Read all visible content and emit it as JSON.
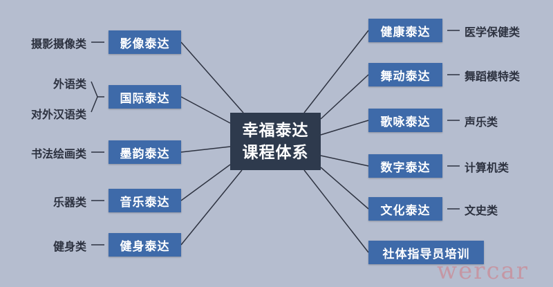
{
  "center": {
    "line1": "幸福泰达",
    "line2": "课程体系"
  },
  "left": [
    {
      "box": "影像泰达",
      "labels": [
        "摄影摄像类"
      ]
    },
    {
      "box": "国际泰达",
      "labels": [
        "外语类",
        "对外汉语类"
      ]
    },
    {
      "box": "墨韵泰达",
      "labels": [
        "书法绘画类"
      ]
    },
    {
      "box": "音乐泰达",
      "labels": [
        "乐器类"
      ]
    },
    {
      "box": "健身泰达",
      "labels": [
        "健身类"
      ]
    }
  ],
  "right": [
    {
      "box": "健康泰达",
      "labels": [
        "医学保健类"
      ]
    },
    {
      "box": "舞动泰达",
      "labels": [
        "舞蹈模特类"
      ]
    },
    {
      "box": "歌咏泰达",
      "labels": [
        "声乐类"
      ]
    },
    {
      "box": "数字泰达",
      "labels": [
        "计算机类"
      ]
    },
    {
      "box": "文化泰达",
      "labels": [
        "文史类"
      ]
    },
    {
      "box": "社体指导员培训",
      "labels": []
    }
  ],
  "watermark": "wercar",
  "colors": {
    "background": "#b5bdcf",
    "box": "#3e6aa9",
    "center": "#2e3a4d",
    "line": "#2d3240"
  }
}
